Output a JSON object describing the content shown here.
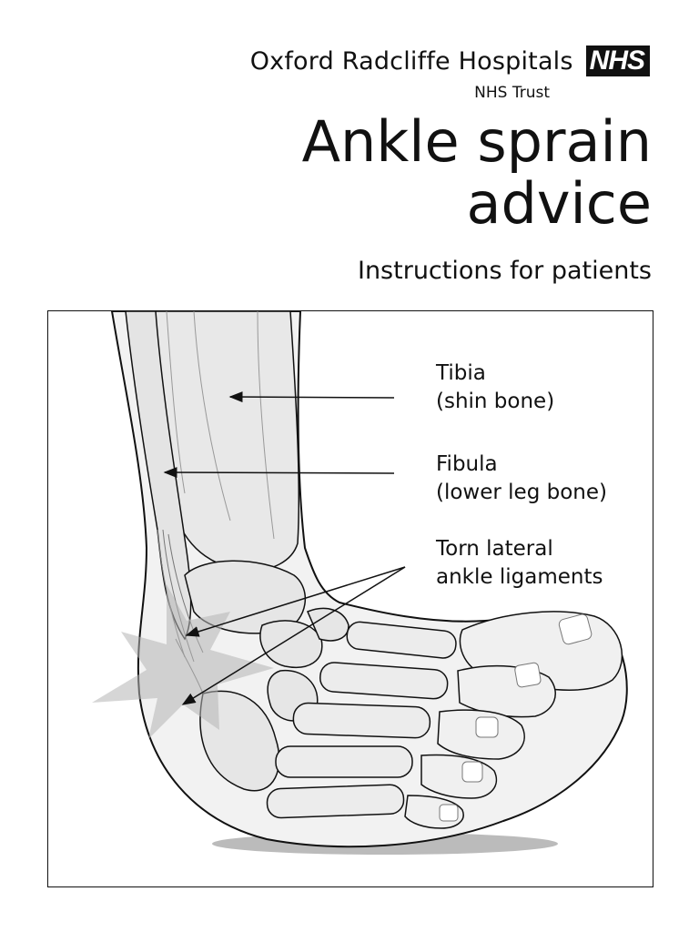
{
  "header": {
    "organization": "Oxford Radcliffe Hospitals",
    "logo_text": "NHS",
    "trust": "NHS Trust"
  },
  "document": {
    "title_line1": "Ankle sprain",
    "title_line2": "advice",
    "subtitle": "Instructions for patients"
  },
  "illustration": {
    "labels": {
      "tibia_line1": "Tibia",
      "tibia_line2": "(shin bone)",
      "fibula_line1": "Fibula",
      "fibula_line2": "(lower leg bone)",
      "ligament_line1": "Torn lateral",
      "ligament_line2": "ankle ligaments"
    }
  }
}
